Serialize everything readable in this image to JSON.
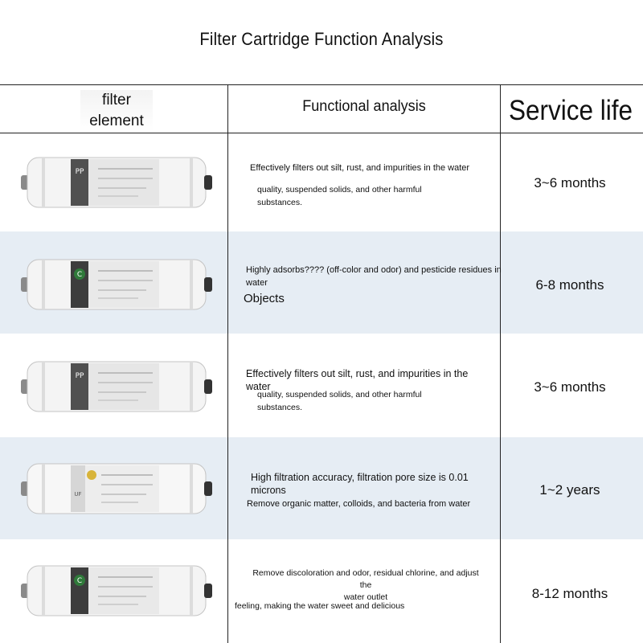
{
  "title": "Filter Cartridge Function Analysis",
  "headers": {
    "filter_element": "filter\nelement",
    "functional_analysis": "Functional analysis",
    "service_life": "Service life"
  },
  "rows": [
    {
      "badge": "PP",
      "badge_color": "#505050",
      "line1": "Effectively filters out silt, rust, and impurities in the water",
      "line2": "quality, suspended solids, and other harmful\nsubstances.",
      "service_life": "3~6 months"
    },
    {
      "badge": "C",
      "badge_color": "#3d3d3d",
      "line1": "Highly adsorbs???? (off-color and odor) and pesticide residues in water",
      "line2": "Objects",
      "service_life": "6-8 months"
    },
    {
      "badge": "PP",
      "badge_color": "#505050",
      "line1": "Effectively filters out silt, rust, and impurities in the water",
      "line2": "quality, suspended solids, and other harmful\nsubstances.",
      "service_life": "3~6 months"
    },
    {
      "badge": "UF",
      "badge_color": "#c8c8c8",
      "line1": "High filtration accuracy, filtration pore size is 0.01 microns",
      "line2": "Remove organic matter, colloids, and bacteria from water",
      "service_life": "1~2 years"
    },
    {
      "badge": "C",
      "badge_color": "#3d3d3d",
      "line1": "Remove discoloration and odor, residual chlorine, and adjust the\nwater outlet",
      "line2": "feeling, making the water sweet and delicious",
      "service_life": "8-12 months"
    }
  ]
}
